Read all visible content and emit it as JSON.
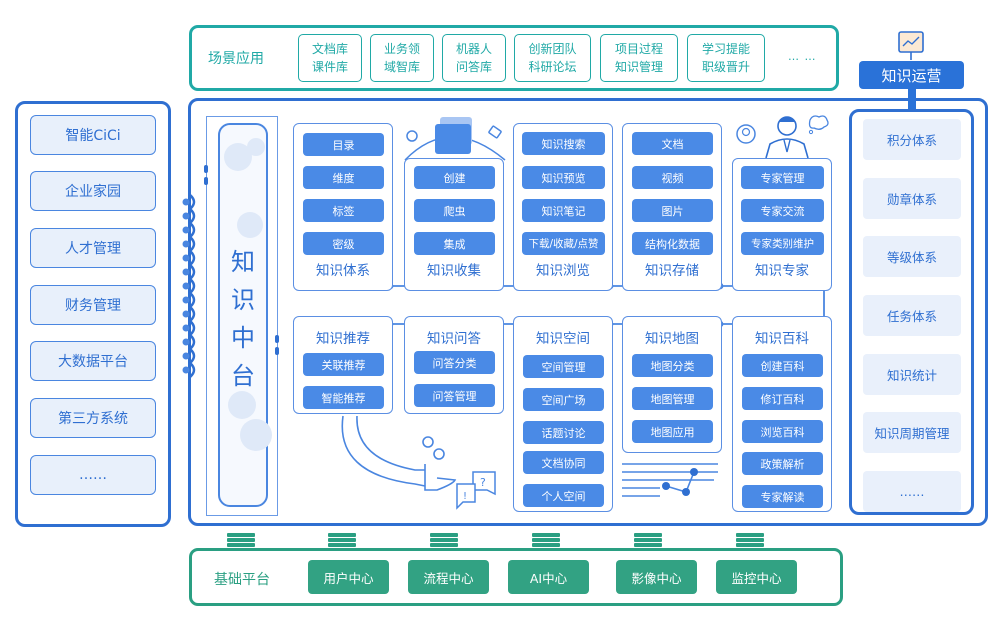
{
  "scene": {
    "title": "场景应用",
    "items": [
      {
        "line1": "文档库",
        "line2": "课件库"
      },
      {
        "line1": "业务领",
        "line2": "域智库"
      },
      {
        "line1": "机器人",
        "line2": "问答库"
      },
      {
        "line1": "创新团队",
        "line2": "科研论坛"
      },
      {
        "line1": "项目过程",
        "line2": "知识管理"
      },
      {
        "line1": "学习提能",
        "line2": "职级晋升"
      }
    ],
    "more": "… …"
  },
  "left_systems": [
    "智能CiCi",
    "企业家园",
    "人才管理",
    "财务管理",
    "大数据平台",
    "第三方系统",
    "……"
  ],
  "center": {
    "title": "知识中台",
    "title_chars": [
      "知",
      "识",
      "中",
      "台"
    ]
  },
  "modules_top": [
    {
      "title": "知识体系",
      "items": [
        "目录",
        "维度",
        "标签",
        "密级"
      ]
    },
    {
      "title": "知识收集",
      "items": [
        "创建",
        "爬虫",
        "集成"
      ]
    },
    {
      "title": "知识浏览",
      "items": [
        "知识搜索",
        "知识预览",
        "知识笔记",
        "下载/收藏/点赞"
      ]
    },
    {
      "title": "知识存储",
      "items": [
        "文档",
        "视频",
        "图片",
        "结构化数据"
      ]
    },
    {
      "title": "知识专家",
      "items": [
        "专家管理",
        "专家交流",
        "专家类别维护"
      ]
    }
  ],
  "modules_bottom": [
    {
      "title": "知识推荐",
      "items": [
        "关联推荐",
        "智能推荐"
      ]
    },
    {
      "title": "知识问答",
      "items": [
        "问答分类",
        "问答管理"
      ]
    },
    {
      "title": "知识空间",
      "items": [
        "空间管理",
        "空间广场",
        "话题讨论",
        "文档协同",
        "个人空间"
      ]
    },
    {
      "title": "知识地图",
      "items": [
        "地图分类",
        "地图管理",
        "地图应用"
      ]
    },
    {
      "title": "知识百科",
      "items": [
        "创建百科",
        "修订百科",
        "浏览百科",
        "政策解析",
        "专家解读"
      ]
    }
  ],
  "operations": {
    "title": "知识运营",
    "items": [
      "积分体系",
      "勋章体系",
      "等级体系",
      "任务体系",
      "知识统计",
      "知识周期管理",
      "……"
    ]
  },
  "base": {
    "title": "基础平台",
    "items": [
      "用户中心",
      "流程中心",
      "AI中心",
      "影像中心",
      "监控中心"
    ]
  },
  "colors": {
    "primary_blue": "#2f6fd1",
    "chip_blue": "#4a8ae6",
    "scene_teal": "#20a9a6",
    "base_green": "#2a9f82",
    "light_fill": "#e8f0fb"
  }
}
